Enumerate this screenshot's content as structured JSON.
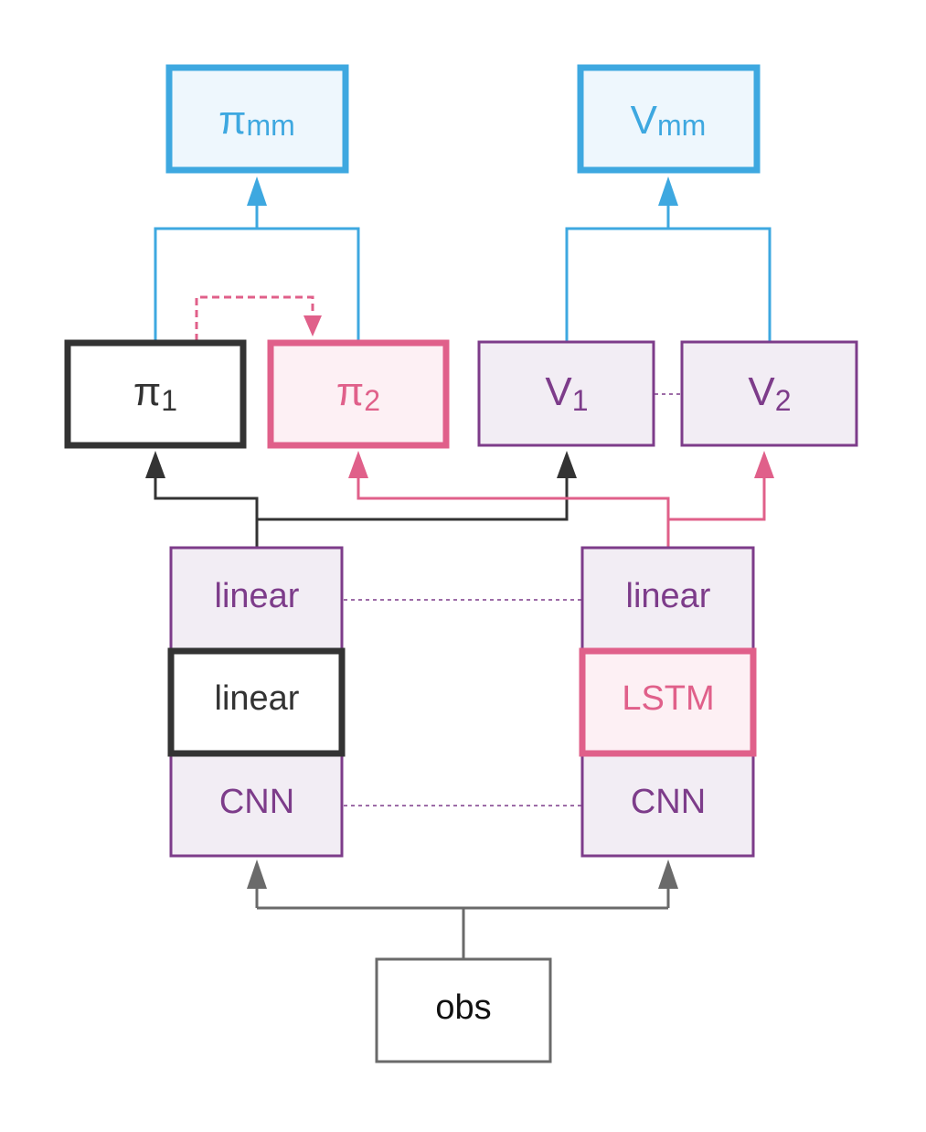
{
  "colors": {
    "blue": "#3ea8e0",
    "blue_fill": "#eef7fd",
    "black": "#333333",
    "pink": "#e0608a",
    "pink_fill": "#fdf0f4",
    "purple": "#7d3c8a",
    "purple_fill": "#f2edf4",
    "gray": "#6a6a6a",
    "white": "#ffffff"
  },
  "nodes": {
    "pi_mm": {
      "base": "π",
      "sub": "mm"
    },
    "v_mm": {
      "base": "V",
      "sub": "mm"
    },
    "pi_1": {
      "base": "π",
      "sub": "1"
    },
    "pi_2": {
      "base": "π",
      "sub": "2"
    },
    "v_1": {
      "base": "V",
      "sub": "1"
    },
    "v_2": {
      "base": "V",
      "sub": "2"
    },
    "left_linear_top": {
      "label": "linear"
    },
    "left_linear_mid": {
      "label": "linear"
    },
    "left_cnn": {
      "label": "CNN"
    },
    "right_linear_top": {
      "label": "linear"
    },
    "right_lstm": {
      "label": "LSTM"
    },
    "right_cnn": {
      "label": "CNN"
    },
    "obs": {
      "label": "obs"
    }
  }
}
